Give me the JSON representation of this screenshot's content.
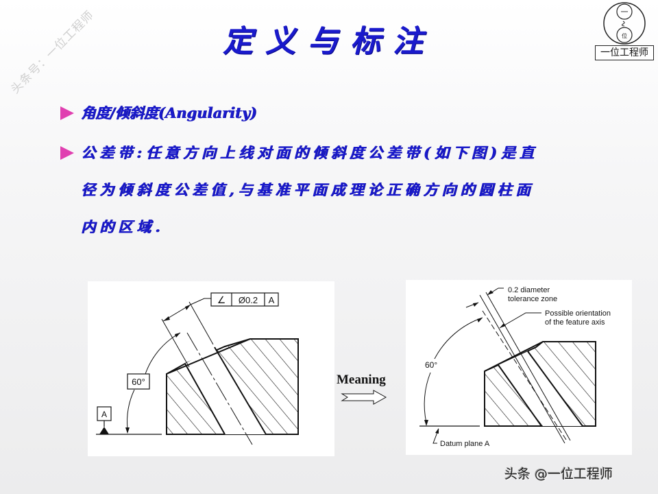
{
  "watermark": "头条号：一位工程师",
  "title": "定义与标注",
  "logo": {
    "circle_top": "一",
    "circle_bottom": "位",
    "label": "一位工程师"
  },
  "bullets": [
    {
      "text": "角度/倾斜度(Angularity)"
    },
    {
      "lines": [
        "公差带:任意方向上线对面的倾斜度公差带(如下图)是直",
        "径为倾斜度公差值,与基准平面成理论正确方向的圆柱面",
        "内的区域."
      ]
    }
  ],
  "figure_left": {
    "feature_control_frame": {
      "symbol": "∠",
      "tolerance": "Ø0.2",
      "datum": "A"
    },
    "angle_label": "60°",
    "datum_label": "A"
  },
  "meaning_label": "Meaning",
  "figure_right": {
    "callout_zone": [
      "0.2 diameter",
      "tolerance zone"
    ],
    "callout_axis": [
      "Possible orientation",
      "of the feature axis"
    ],
    "angle_label": "60°",
    "datum_label": "Datum plane A"
  },
  "footer": "头条 @一位工程师",
  "colors": {
    "title": "#1a1acc",
    "bullet_arrow": "#e040b0"
  }
}
